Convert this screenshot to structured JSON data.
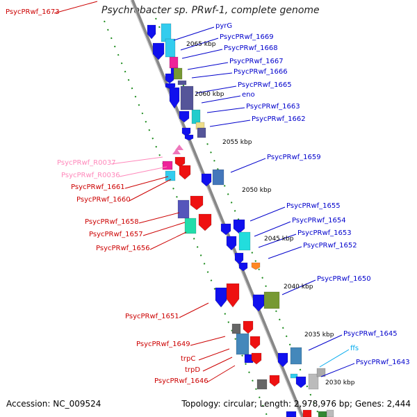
{
  "title": "Psychrobacter sp. PRwf-1, complete genome",
  "footer": {
    "accession": "Accession: NC_009524",
    "summary": "Topology: circular; Length: 2,978,976 bp; Genes: 2,444"
  },
  "colors": {
    "forward_label": "#0000cc",
    "reverse_label": "#cc0000",
    "rna_label": "#ff88bb",
    "misc_label": "#00aaee",
    "backbone": "#888888",
    "dots": "#1a8a1a"
  },
  "kbp_ticks": [
    "2065 kbp",
    "2060 kbp",
    "2055 kbp",
    "2050 kbp",
    "2045 kbp",
    "2040 kbp",
    "2035 kbp",
    "2030 kbp"
  ],
  "labels": [
    {
      "text": "PsycPRwf_1673",
      "strand": "reverse"
    },
    {
      "text": "pyrG",
      "strand": "forward"
    },
    {
      "text": "PsycPRwf_1669",
      "strand": "forward"
    },
    {
      "text": "PsycPRwf_1668",
      "strand": "forward"
    },
    {
      "text": "PsycPRwf_1667",
      "strand": "forward"
    },
    {
      "text": "PsycPRwf_1666",
      "strand": "forward"
    },
    {
      "text": "PsycPRwf_1665",
      "strand": "forward"
    },
    {
      "text": "eno",
      "strand": "forward"
    },
    {
      "text": "PsycPRwf_1663",
      "strand": "forward"
    },
    {
      "text": "PsycPRwf_1662",
      "strand": "forward"
    },
    {
      "text": "PsycPRwf_1659",
      "strand": "forward"
    },
    {
      "text": "PsycPRwf_R0037",
      "strand": "rna"
    },
    {
      "text": "PsycPRwf_R0036",
      "strand": "rna"
    },
    {
      "text": "PsycPRwf_1661",
      "strand": "reverse"
    },
    {
      "text": "PsycPRwf_1660",
      "strand": "reverse"
    },
    {
      "text": "PsycPRwf_1655",
      "strand": "forward"
    },
    {
      "text": "PsycPRwf_1654",
      "strand": "forward"
    },
    {
      "text": "PsycPRwf_1653",
      "strand": "forward"
    },
    {
      "text": "PsycPRwf_1652",
      "strand": "forward"
    },
    {
      "text": "PsycPRwf_1658",
      "strand": "reverse"
    },
    {
      "text": "PsycPRwf_1657",
      "strand": "reverse"
    },
    {
      "text": "PsycPRwf_1656",
      "strand": "reverse"
    },
    {
      "text": "PsycPRwf_1650",
      "strand": "forward"
    },
    {
      "text": "PsycPRwf_1651",
      "strand": "reverse"
    },
    {
      "text": "PsycPRwf_1645",
      "strand": "forward"
    },
    {
      "text": "PsycPRwf_1649",
      "strand": "reverse"
    },
    {
      "text": "ffs",
      "strand": "misc"
    },
    {
      "text": "trpC",
      "strand": "reverse"
    },
    {
      "text": "PsycPRwf_1643",
      "strand": "forward"
    },
    {
      "text": "trpD",
      "strand": "reverse"
    },
    {
      "text": "PsycPRwf_1646",
      "strand": "reverse"
    }
  ]
}
